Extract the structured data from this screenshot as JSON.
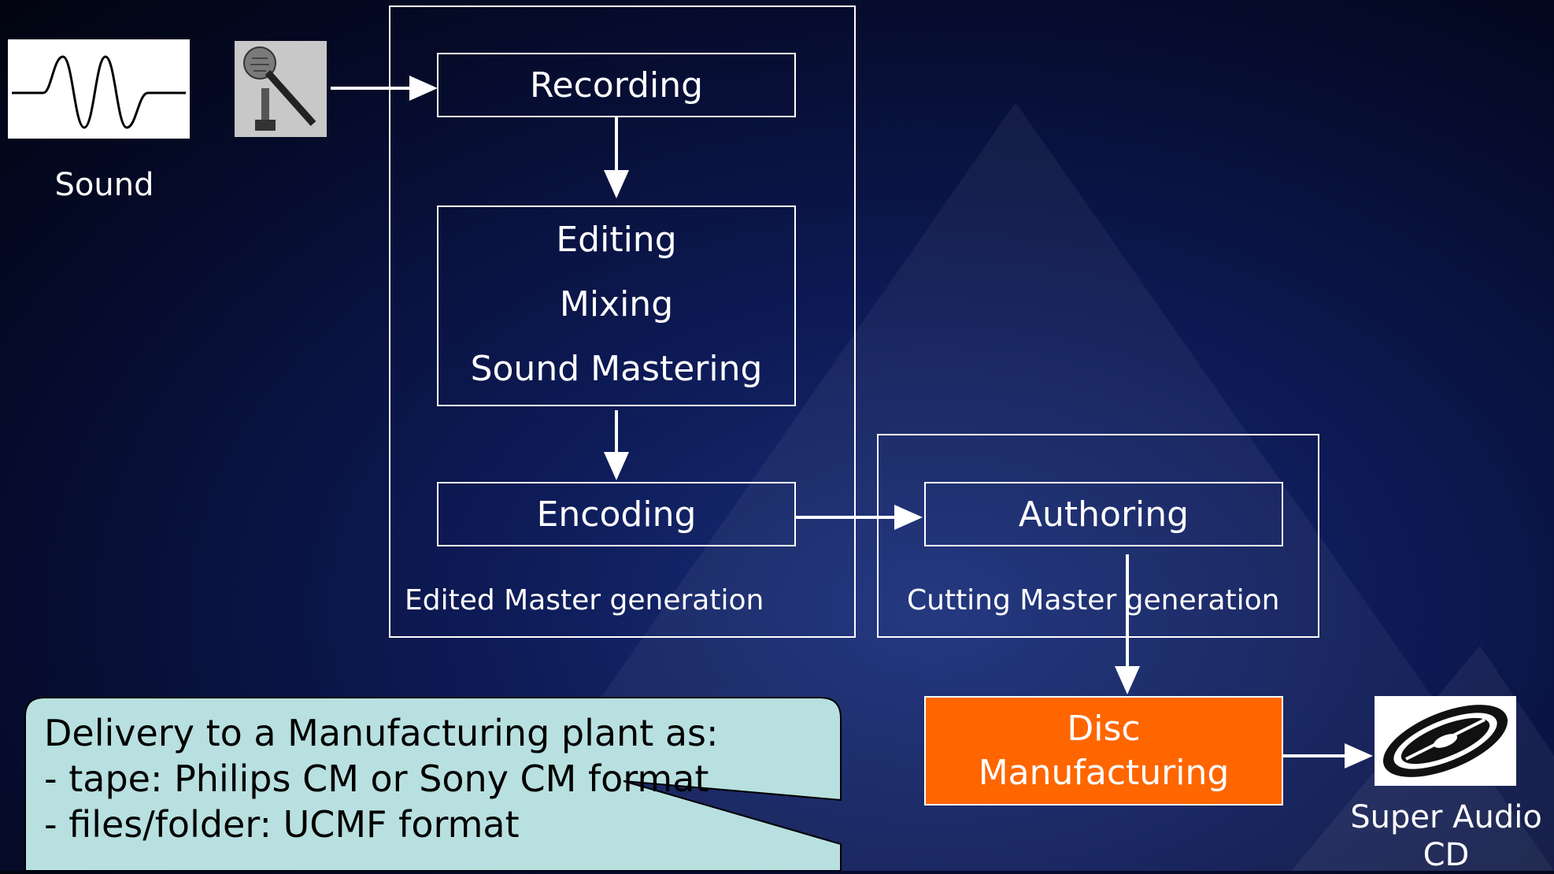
{
  "colors": {
    "disc_manufacturing": "#ff6600",
    "callout_fill": "#b8e0e0"
  },
  "icons": {
    "sound_wave": "sound-wave-icon",
    "microphone": "microphone-icon",
    "disc": "disc-icon"
  },
  "sound_label": "Sound",
  "stages": {
    "recording": "Recording",
    "editing": "Editing",
    "mixing": "Mixing",
    "sound_mastering": "Sound Mastering",
    "encoding": "Encoding",
    "authoring": "Authoring",
    "disc_line1": "Disc",
    "disc_line2": "Manufacturing"
  },
  "groups": {
    "edited_master": "Edited Master generation",
    "cutting_master": "Cutting Master generation"
  },
  "output_label": {
    "line1": "Super Audio",
    "line2": "CD"
  },
  "callout": {
    "line1": "Delivery to a Manufacturing plant as:",
    "line2": "- tape: Philips CM or Sony CM format",
    "line3": "- files/folder: UCMF format"
  }
}
